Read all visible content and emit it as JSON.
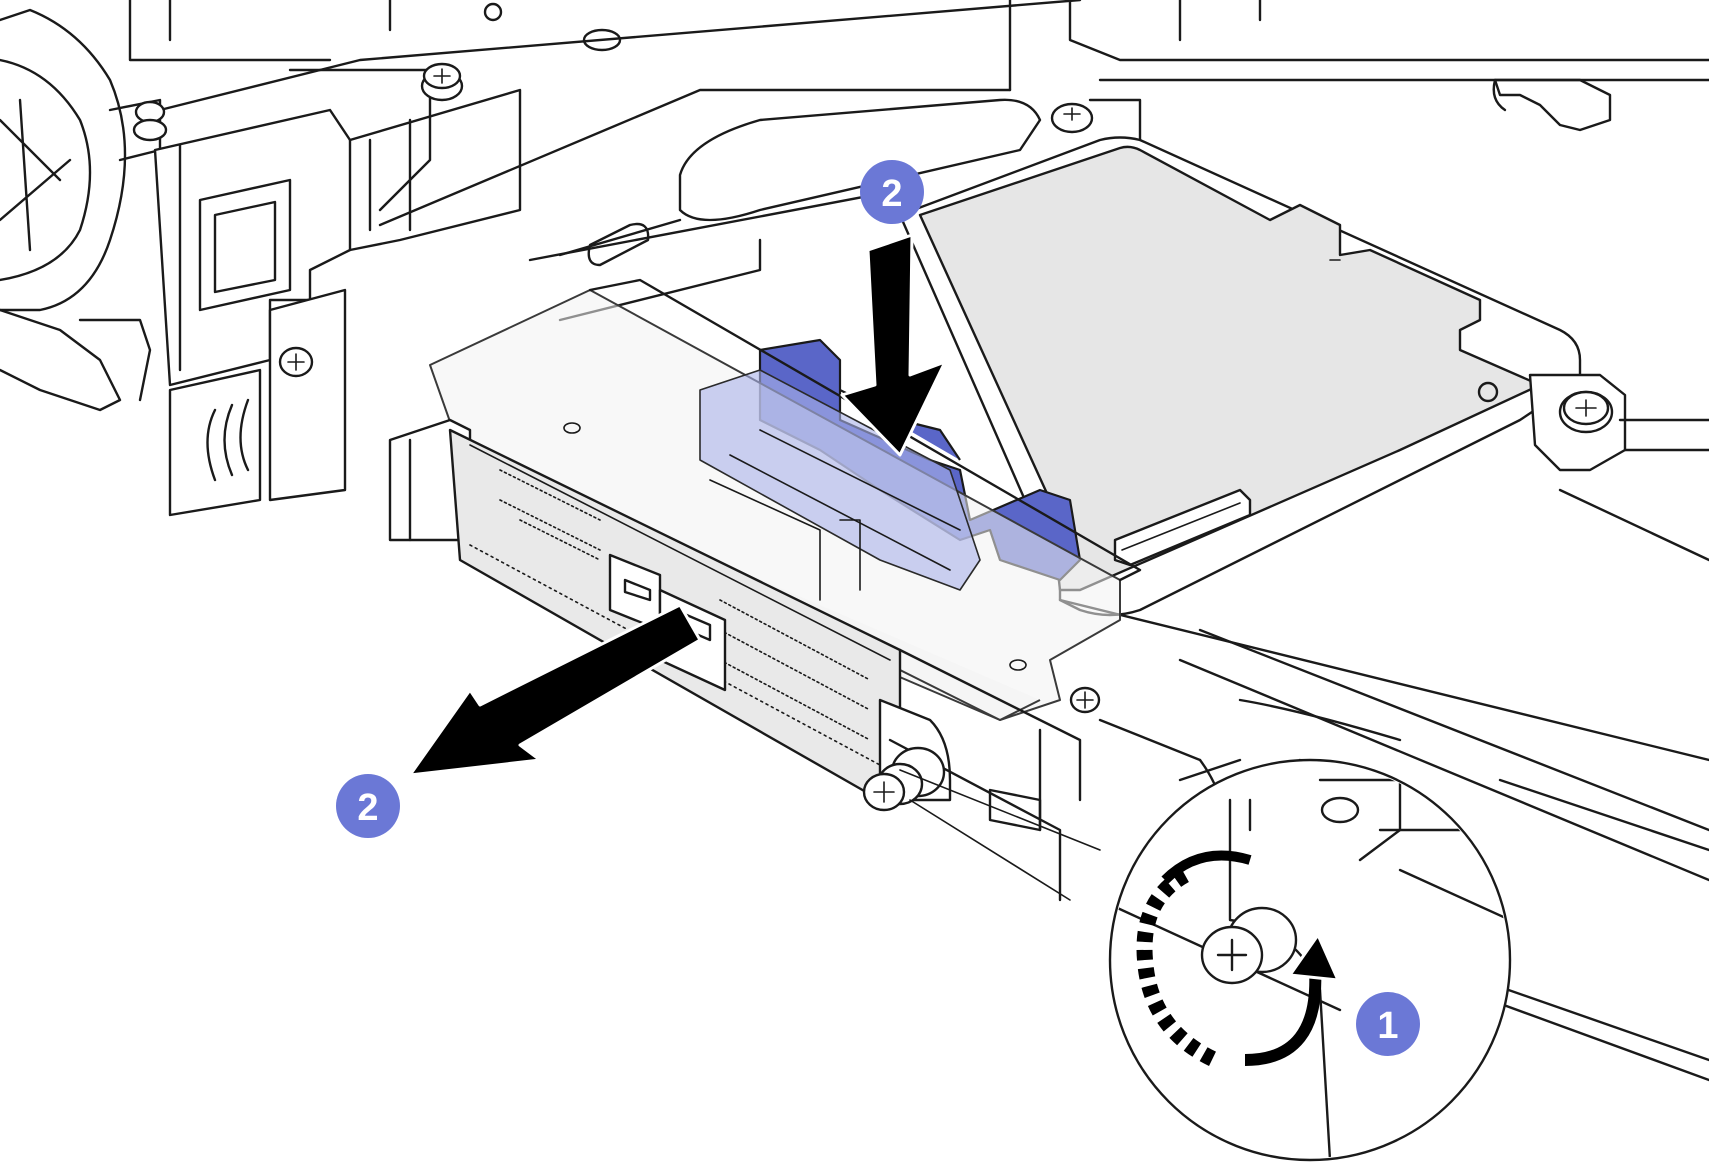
{
  "colors": {
    "callout": "#6b78d6",
    "blue_part": "#5a66c8",
    "board": "#e6e6e6",
    "line": "#1a1a1a"
  },
  "callouts": [
    {
      "id": "step-1",
      "label": "1"
    },
    {
      "id": "step-2-push",
      "label": "2"
    },
    {
      "id": "step-2-pull",
      "label": "2"
    }
  ]
}
